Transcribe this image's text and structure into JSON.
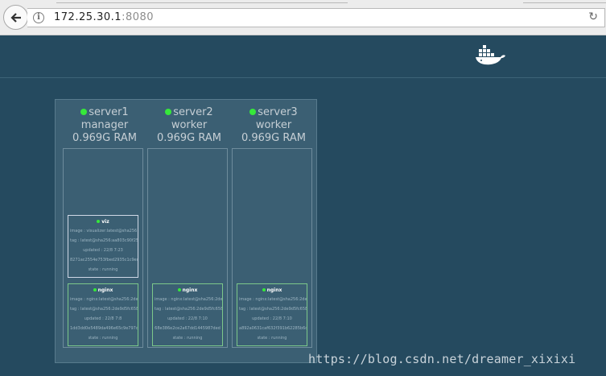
{
  "browser": {
    "url_host": "172.25.30.1",
    "url_port": ":8080"
  },
  "colors": {
    "background": "#254a5f",
    "node_panel": "#3b5f73",
    "status_green": "#36e83a",
    "task_border": "#7cc88a"
  },
  "swarm": {
    "nodes": [
      {
        "name": "server1",
        "role": "manager",
        "ram": "0.969G RAM",
        "tasks": [
          {
            "name": "viz",
            "image": "image : visualizer:latest@sha256",
            "tag": "tag : latest@sha256:aa803c90f25",
            "updated": "updated : 22/8 7:23",
            "id": "8271ac2554e753fbed2935c1c9ed",
            "state": "state : running"
          },
          {
            "name": "nginx",
            "image": "image : nginx:latest@sha256:2de",
            "tag": "tag : latest@sha256:2de9d5fc658",
            "updated": "updated : 22/8 7:8",
            "id": "1dd3dd0e5489da496e65c9e797c3",
            "state": "state : running"
          }
        ]
      },
      {
        "name": "server2",
        "role": "worker",
        "ram": "0.969G RAM",
        "tasks": [
          {
            "name": "nginx",
            "image": "image : nginx:latest@sha256:2de",
            "tag": "tag : latest@sha256:2de9d5fc658",
            "updated": "updated : 22/8 7:10",
            "id": "68e386e2ce2a67dd1445987ded",
            "state": "state : running"
          }
        ]
      },
      {
        "name": "server3",
        "role": "worker",
        "ram": "0.969G RAM",
        "tasks": [
          {
            "name": "nginx",
            "image": "image : nginx:latest@sha256:2de",
            "tag": "tag : latest@sha256:2de9d5fc658",
            "updated": "updated : 22/8 7:10",
            "id": "a892a0631caf632f391b62285b6c",
            "state": "state : running"
          }
        ]
      }
    ]
  },
  "watermark": "https://blog.csdn.net/dreamer_xixixi"
}
